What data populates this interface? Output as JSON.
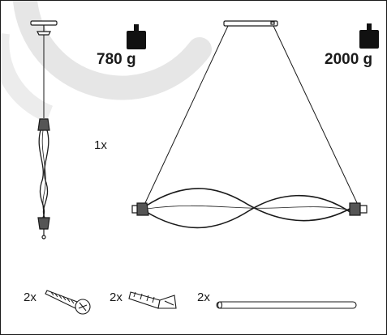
{
  "items": {
    "side_view": {
      "weight": "780 g",
      "weight_icon": "weight-icon"
    },
    "lamp": {
      "quantity": "1x",
      "weight": "2000 g",
      "weight_icon": "weight-icon"
    },
    "screw": {
      "quantity": "2x"
    },
    "dowel": {
      "quantity": "2x"
    },
    "rod": {
      "quantity": "2x"
    }
  },
  "colors": {
    "line": "#1a1a1a",
    "watermark": "#e6e6e6",
    "background": "#ffffff"
  }
}
